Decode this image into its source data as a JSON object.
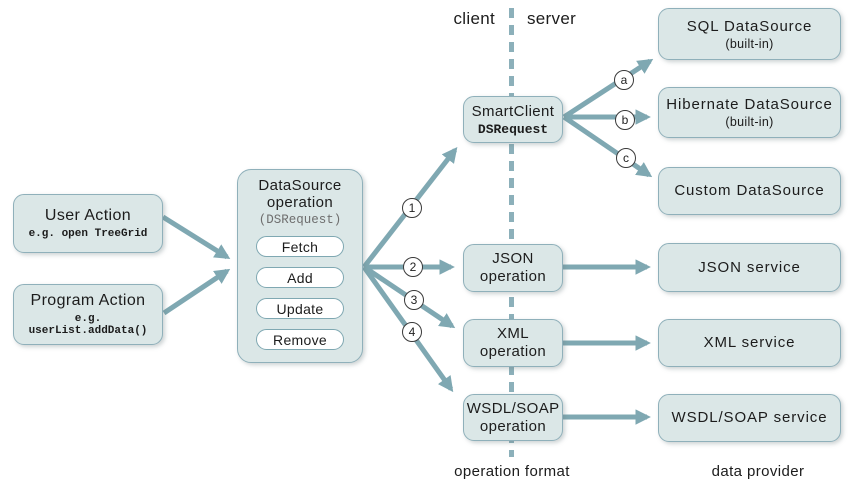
{
  "colors": {
    "node_fill": "#dbe7e7",
    "node_border": "#8fb0ba",
    "arrow": "#7fa8b2",
    "dashed_divider": "#8cb0ba",
    "text": "#1c1c1c",
    "muted_text": "#6e6e6e",
    "pill_fill": "#ffffff",
    "badge_border": "#3a3a3a"
  },
  "region_labels": {
    "client": "client",
    "server": "server",
    "operation_format": "operation format",
    "data_provider": "data provider"
  },
  "sources": {
    "user_action": {
      "title": "User Action",
      "example": "e.g. open TreeGrid"
    },
    "program_action": {
      "title": "Program Action",
      "example": "e.g. userList.addData()"
    }
  },
  "datasource_operation": {
    "title_line1": "DataSource",
    "title_line2": "operation",
    "subtitle": "(DSRequest)",
    "operations": [
      "Fetch",
      "Add",
      "Update",
      "Remove"
    ]
  },
  "smartclient": {
    "title": "SmartClient",
    "subtitle": "DSRequest"
  },
  "operation_nodes": [
    {
      "label": "JSON operation"
    },
    {
      "label": "XML operation"
    },
    {
      "label": "WSDL/SOAP operation"
    }
  ],
  "data_providers": [
    {
      "title": "SQL DataSource",
      "note": "(built-in)"
    },
    {
      "title": "Hibernate DataSource",
      "note": "(built-in)"
    },
    {
      "title": "Custom DataSource"
    },
    {
      "title": "JSON service"
    },
    {
      "title": "XML service"
    },
    {
      "title": "WSDL/SOAP service"
    }
  ],
  "badges": {
    "n1": "1",
    "n2": "2",
    "n3": "3",
    "n4": "4",
    "a": "a",
    "b": "b",
    "c": "c"
  }
}
